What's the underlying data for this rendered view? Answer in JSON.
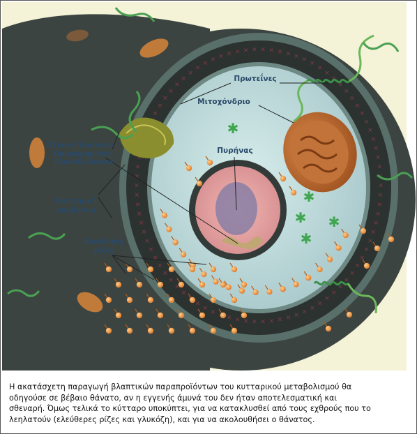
{
  "labels": {
    "proteins": "Πρωτεΐνες",
    "mitochondrion": "Μιτοχόνδριο",
    "nucleus": "Πυρήνας",
    "glycation_line1": "Τελικά Προϊόντα",
    "glycation_line2": "Προχωρημένης",
    "glycation_line3": "Γλυκοζυλίωσης",
    "membrane_line1": "Κυτταρική",
    "membrane_line2": "μεμβράνη",
    "radicals_line1": "Ελεύθερες",
    "radicals_line2": "ρίζες"
  },
  "caption": {
    "line1": "Η ακατάσχετη παραγωγή βλαπτικών παραπροϊόντων του κυτταρικού μεταβολισμού θα",
    "line2": "οδηγούσε σε βέβαιο θάνατο, αν η εγγενής άμυνά του δεν ήταν αποτελεσματική και",
    "line3": "σθεναρή. Όμως τελικά το κύτταρο υποκύπτει, για να κατακλυσθεί από τους εχθρούς που το",
    "line4": "λεηλατούν (ελεύθερες ρίζες και γλυκόζη), και για να ακολουθήσει ο θάνατος."
  },
  "colors": {
    "outer_cell": "#3c4541",
    "membrane_ring": "#2d3431",
    "cytoplasm": "#b9d5d6",
    "nucleus_fill": "#e9a1a1",
    "mitochondrion": "#b5662a",
    "radical": "#e48a3c",
    "protein_coil": "#4a9a55",
    "background_panel": "#f5f3d9"
  }
}
